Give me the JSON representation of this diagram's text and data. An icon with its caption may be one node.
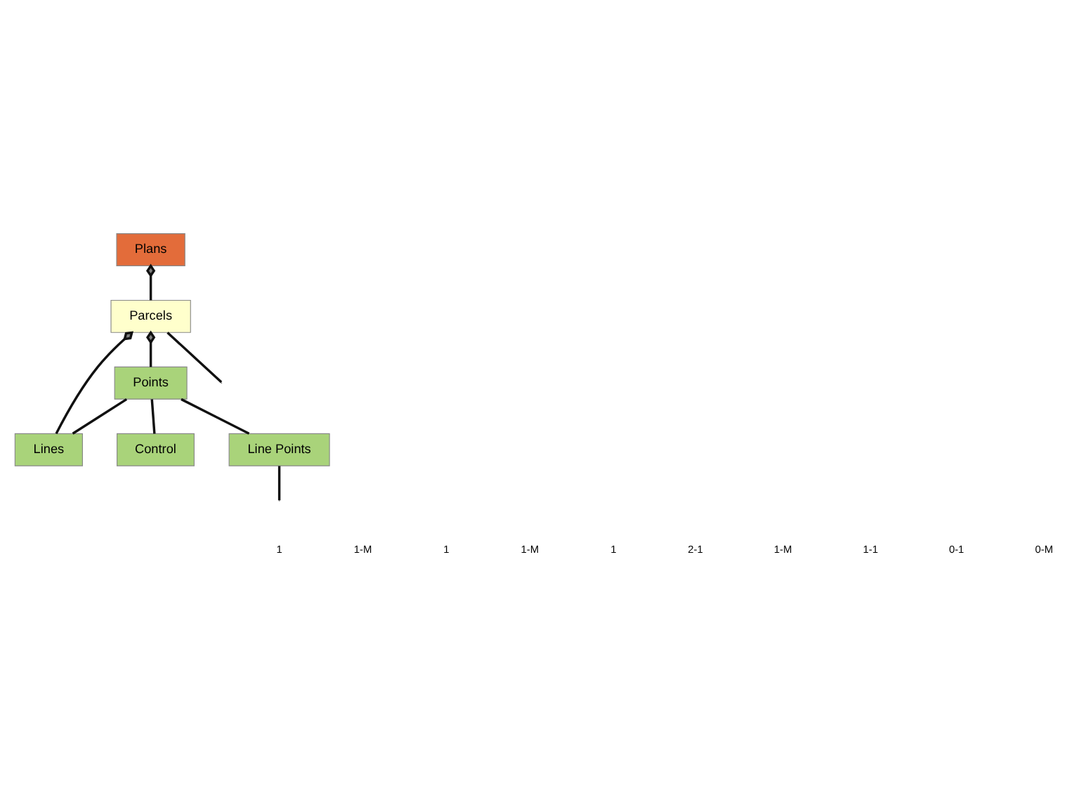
{
  "diagram": {
    "nodes": [
      {
        "text": [
          "Plans"
        ]
      },
      {
        "text": [
          "Parcels"
        ]
      },
      {
        "text": [
          "Points"
        ]
      },
      {
        "text": [
          "Lines"
        ]
      },
      {
        "text": [
          "Control"
        ]
      },
      {
        "text": [
          "Line Points"
        ]
      }
    ],
    "edges": [
      {
        "from": 0,
        "to": 1,
        "arrow": "other"
      },
      {
        "from": 1,
        "to": null,
        "arrow": "none"
      },
      {
        "from": 1,
        "to": 2,
        "arrow": "other"
      },
      {
        "from": 1,
        "to": 3,
        "arrow": "other"
      },
      {
        "from": 2,
        "to": 3,
        "arrow": "none"
      },
      {
        "from": 2,
        "to": 4,
        "arrow": "none"
      },
      {
        "from": 2,
        "to": 5,
        "arrow": "none"
      },
      {
        "from": 5,
        "to": null,
        "arrow": "none"
      }
    ],
    "labels": [
      "1",
      "1-M",
      "1",
      "1-M",
      "1",
      "2-1",
      "1-M",
      "1-1",
      "0-1",
      "0-M"
    ]
  }
}
